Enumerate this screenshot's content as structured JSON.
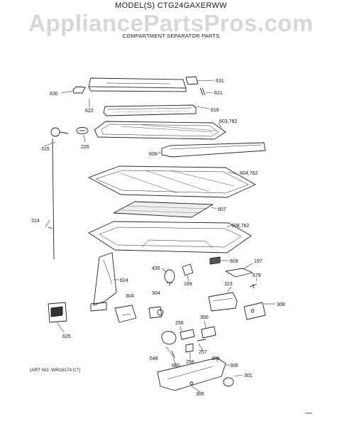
{
  "header": {
    "model": "MODEL(S) CTG24GAXERWW",
    "watermark": "AppliancePartsPros.com",
    "subtitle": "COMPARTMENT SEPARATOR PARTS"
  },
  "art_number": "(ART NO. WR18174 C7)",
  "parts": {
    "p631": "631",
    "p630": "630",
    "p621": "621",
    "p622": "622",
    "p618": "618",
    "p603": "603,762",
    "p315": "315",
    "p226": "226",
    "p606": "606",
    "p604": "604,762",
    "p607": "607",
    "p314": "314",
    "p608": "608,762",
    "p609": "609",
    "p197": "197",
    "p435": "435",
    "p679": "679",
    "p624": "624",
    "p189": "189",
    "p323": "323",
    "p304a": "304",
    "p304b": "304",
    "p308": "308",
    "p256": "256",
    "p300": "300",
    "p625": "625",
    "p648": "648",
    "p257": "257",
    "p258": "258",
    "p680": "680",
    "p306a": "306",
    "p306b": "306",
    "p301": "301",
    "p306c": "306"
  }
}
